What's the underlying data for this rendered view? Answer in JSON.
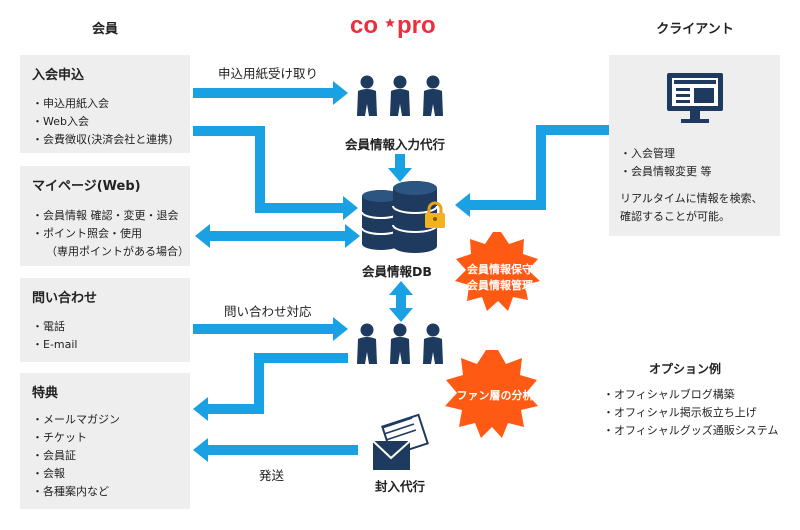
{
  "colors": {
    "arrow": "#1aa1e3",
    "person": "#1e3a5f",
    "burst": "#ff5a14",
    "box": "#eeeeee",
    "logo": "#e8313e"
  },
  "headers": {
    "member": "会員",
    "client": "クライアント"
  },
  "logo": {
    "left": "co",
    "right": "pro"
  },
  "boxes": {
    "join": {
      "title": "入会申込",
      "items": [
        "・申込用紙入会",
        "・Web入会",
        "・会費徴収(決済会社と連携)"
      ]
    },
    "mypage": {
      "title": "マイページ(Web)",
      "items": [
        "・会員情報 確認・変更・退会",
        "・ポイント照会・使用",
        "（専用ポイントがある場合）"
      ]
    },
    "inquiry": {
      "title": "問い合わせ",
      "items": [
        "・電話",
        "・E-mail"
      ]
    },
    "perks": {
      "title": "特典",
      "items": [
        "・メールマガジン",
        "・チケット",
        "・会員証",
        "・会報",
        "・各種案内など"
      ]
    }
  },
  "labels": {
    "receive_form": "申込用紙受け取り",
    "data_entry": "会員情報入力代行",
    "member_db": "会員情報DB",
    "inquiry_support": "問い合わせ対応",
    "shipping": "発送",
    "enclosing": "封入代行"
  },
  "bursts": {
    "db_care": [
      "会員情報保守",
      "会員情報管理"
    ],
    "fan_analysis": [
      "ファン層の分析"
    ]
  },
  "client": {
    "items": [
      "・入会管理",
      "・会員情報変更 等"
    ],
    "note": [
      "リアルタイムに情報を検索、",
      "確認することが可能。"
    ]
  },
  "options": {
    "title": "オプション例",
    "items": [
      "オフィシャルブログ構築",
      "オフィシャル掲示板立ち上げ",
      "オフィシャルグッズ通販システム"
    ]
  },
  "icons": [
    "people-icon",
    "database-icon",
    "lock-icon",
    "monitor-icon",
    "envelope-icon",
    "logo-star-icon"
  ]
}
